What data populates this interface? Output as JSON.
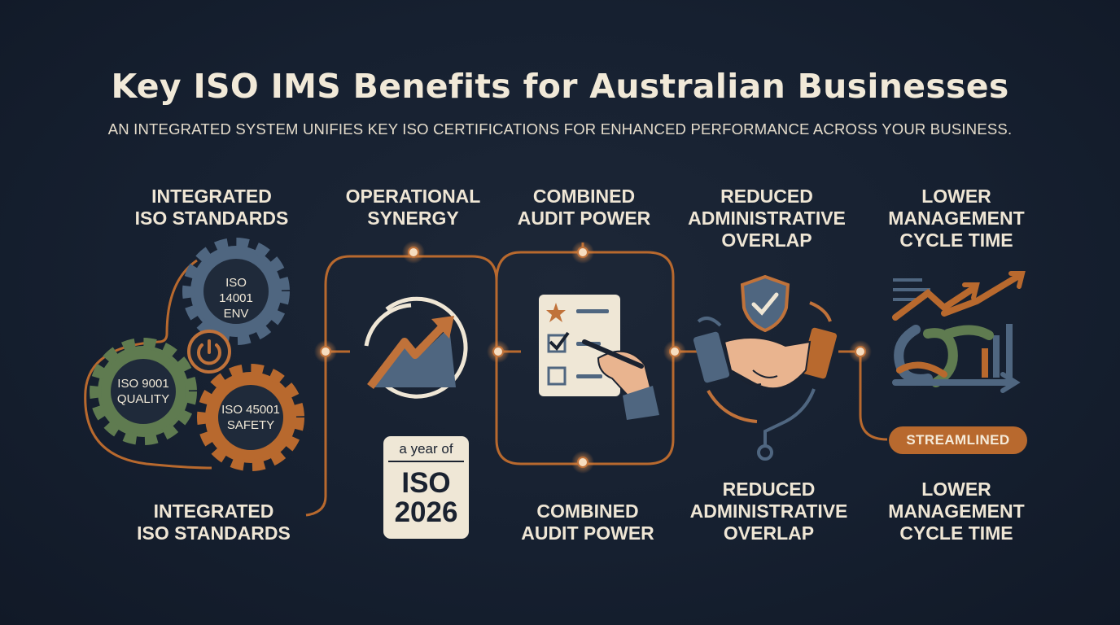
{
  "header": {
    "title": "Key ISO IMS Benefits for Australian Businesses",
    "subtitle": "AN INTEGRATED SYSTEM UNIFIES KEY ISO CERTIFICATIONS FOR ENHANCED PERFORMANCE ACROSS YOUR BUSINESS."
  },
  "steps": [
    {
      "top_label": "INTEGRATED\nISO STANDARDS",
      "bottom_label": "INTEGRATED\nISO STANDARDS"
    },
    {
      "top_label": "OPERATIONAL\nSYNERGY"
    },
    {
      "top_label": "COMBINED\nAUDIT POWER",
      "bottom_label": "COMBINED\nAUDIT POWER"
    },
    {
      "top_label": "REDUCED\nADMINISTRATIVE\nOVERLAP",
      "bottom_label": "REDUCED\nADMINISTRATIVE\nOVERLAP"
    },
    {
      "top_label": "LOWER\nMANAGEMENT\nCYCLE TIME",
      "bottom_label": "LOWER\nMANAGEMENT\nCYCLE TIME"
    }
  ],
  "gears": {
    "env": "ISO\n14001\nENV",
    "quality": "ISO 9001\nQUALITY",
    "safety": "ISO 45001\nSAFETY"
  },
  "calendar": {
    "top": "a year of",
    "main": "ISO\n2026"
  },
  "badge": "STREAMLINED",
  "icons": [
    "gear-icon",
    "power-icon",
    "trend-arrow-icon",
    "checklist-icon",
    "pen-hand-icon",
    "shield-check-icon",
    "handshake-icon",
    "cycle-arrows-icon",
    "bar-chart-icon"
  ],
  "colors": {
    "background": "#162030",
    "accent_orange": "#c0723a",
    "gear_blue": "#4f6680",
    "gear_green": "#5f7b50",
    "text_cream": "#efe6d5"
  }
}
